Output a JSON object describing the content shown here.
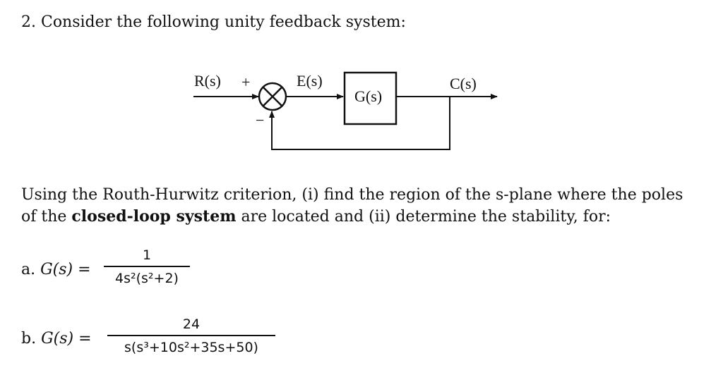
{
  "question": {
    "heading": "2. Consider the following unity feedback system:"
  },
  "diagram": {
    "input_label": "R(s)",
    "plus_sign": "+",
    "minus_sign": "−",
    "error_label": "E(s)",
    "block_label": "G(s)",
    "output_label": "C(s)"
  },
  "instructions": {
    "line1": "Using the Routh-Hurwitz criterion, (i) find the region of the s-plane where the poles",
    "line2_prefix": "of the ",
    "line2_bold": "closed-loop system",
    "line2_suffix": " are located and (ii) determine the stability, for:"
  },
  "parts": [
    {
      "prefix": "a. ",
      "lhs": "G(s)",
      "equals": " =",
      "numerator": "1",
      "denominator": "4s²(s²+2)"
    },
    {
      "prefix": "b. ",
      "lhs": "G(s)",
      "equals": " =",
      "numerator": "24",
      "denominator": "s(s³+10s²+35s+50)"
    }
  ]
}
